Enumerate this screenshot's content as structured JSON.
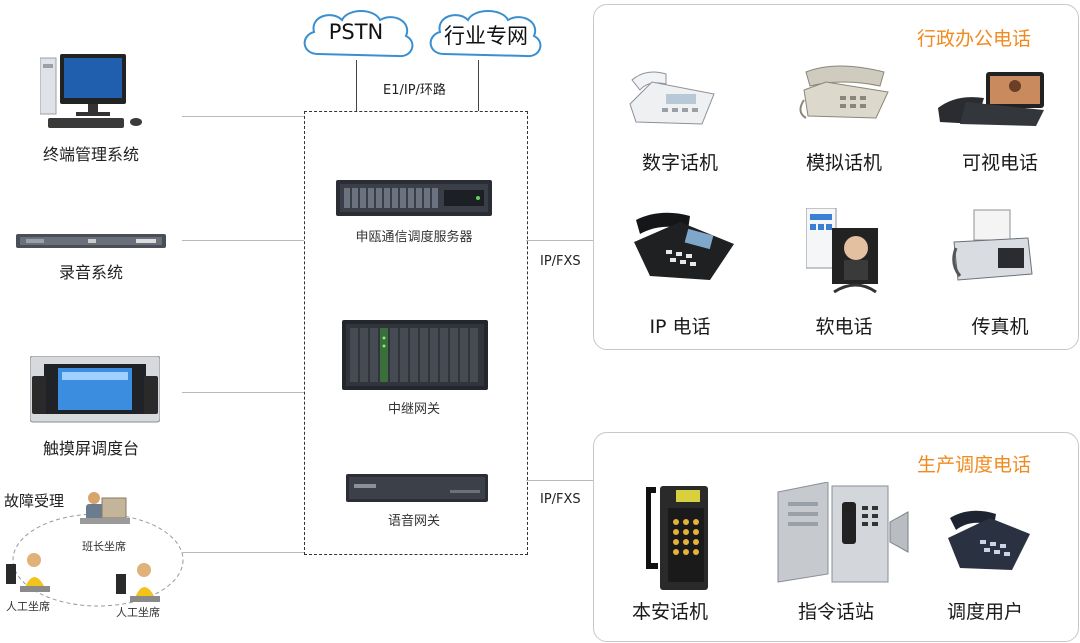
{
  "clouds": {
    "pstn": "PSTN",
    "industry_network": "行业专网"
  },
  "trunk_label": "E1/IP/环路",
  "left_devices": {
    "terminal_mgmt": "终端管理系统",
    "recording": "录音系统",
    "touch_console": "触摸屏调度台",
    "fault_handling": "故障受理",
    "team_leader_seat": "班长坐席",
    "operator_seat_1": "人工坐席",
    "operator_seat_2": "人工坐席"
  },
  "center_devices": {
    "server": "申瓯通信调度服务器",
    "relay_gateway": "中继网关",
    "voice_gateway": "语音网关"
  },
  "links": {
    "upper": "IP/FXS",
    "lower": "IP/FXS"
  },
  "office_panel": {
    "title": "行政办公电话",
    "items": [
      "数字话机",
      "模拟话机",
      "可视电话",
      "IP 电话",
      "软电话",
      "传真机"
    ]
  },
  "production_panel": {
    "title": "生产调度电话",
    "items": [
      "本安话机",
      "指令话站",
      "调度用户"
    ]
  },
  "colors": {
    "accent": "#f08a1e",
    "border": "#c8c8c8"
  }
}
